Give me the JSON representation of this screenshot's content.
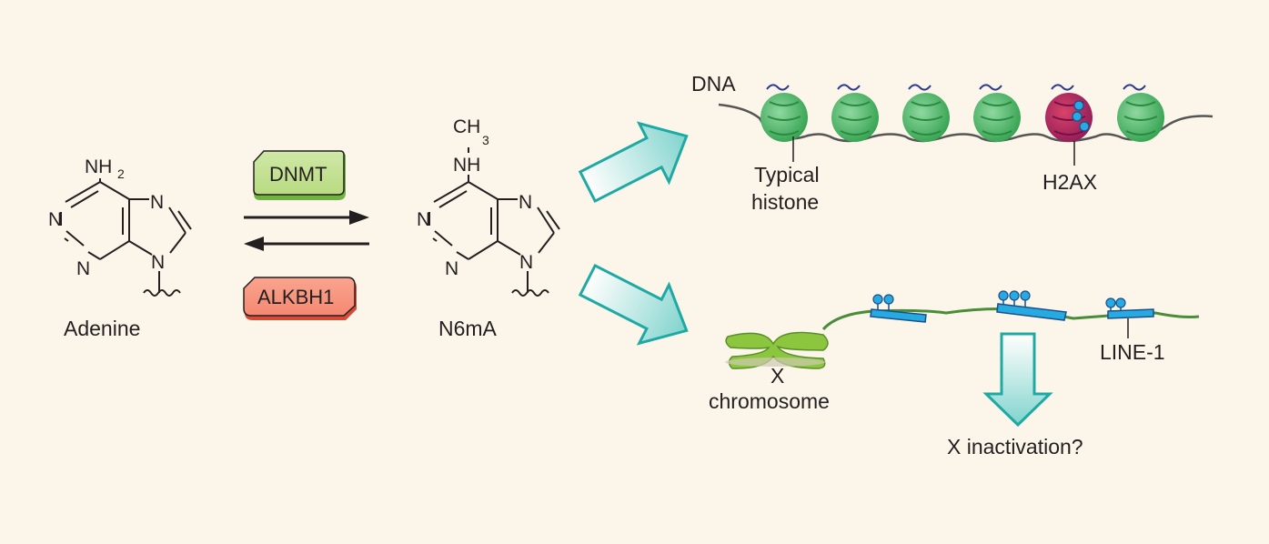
{
  "molecules": {
    "adenine": {
      "name": "Adenine",
      "amine": "NH",
      "amine_sub": "2",
      "n": "N"
    },
    "n6ma": {
      "name": "N6mA",
      "methyl": "CH",
      "methyl_sub": "3",
      "amine": "NH",
      "n": "N"
    }
  },
  "enzymes": {
    "writer": {
      "label": "DNMT",
      "color": "#8dc63f"
    },
    "eraser": {
      "label": "ALKBH1",
      "color": "#f26b5b"
    }
  },
  "chromatin": {
    "dna_label": "DNA",
    "typical_label_line1": "Typical",
    "typical_label_line2": "histone",
    "variant_label": "H2AX",
    "histone_color": "#4bb85b",
    "variant_color": "#b51e6e",
    "mark_color": "#27aae1"
  },
  "xchrom": {
    "chrom_label_line1": "X",
    "chrom_label_line2": "chromosome",
    "element_label": "LINE-1",
    "outcome_label": "X inactivation?",
    "element_color": "#27aae1",
    "strand_color": "#4a8c3a"
  },
  "arrow_color": "#1fa9a4"
}
